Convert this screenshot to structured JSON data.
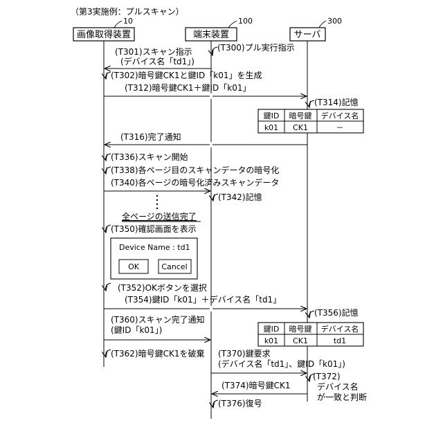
{
  "caption": "（第3実施例：プルスキャン）",
  "participants": [
    {
      "id": "10",
      "name": "画像取得装置"
    },
    {
      "id": "100",
      "name": "端末装置"
    },
    {
      "id": "300",
      "name": "サーバ"
    }
  ],
  "steps": {
    "t300": "(T300)プル実行指示",
    "t301a": "(T301)スキャン指示",
    "t301b": "(デバイス名「td1」)",
    "t302": "(T302)暗号鍵CK1と鍵ID「k01」を生成",
    "t312": "(T312)暗号鍵CK1＋鍵ID「k01」",
    "t314": "(T314)記憶",
    "t316": "(T316)完了通知",
    "t336": "(T336)スキャン開始",
    "t338": "(T338)各ページ目のスキャンデータの暗号化",
    "t340": "(T340)各ページの暗号化済みスキャンデータ",
    "t342": "(T342)記憶",
    "all_sent": "全ページの送信完了",
    "t350": "(T350)確認画面を表示",
    "t352": "(T352)OKボタンを選択",
    "t354": "(T354)鍵ID「k01」＋デバイス名「td1」",
    "t356": "(T356)記憶",
    "t360a": "(T360)スキャン完了通知",
    "t360b": "(鍵ID「k01」)",
    "t362": "(T362)暗号鍵CK1を破棄",
    "t370a": "(T370)鍵要求",
    "t370b": "(デバイス名「td1」、鍵ID「k01」)",
    "t372a": "(T372)",
    "t372b": "デバイス名",
    "t372c": "が一致と判断",
    "t374": "(T374)暗号鍵CK1",
    "t376": "(T376)復号"
  },
  "dialog": {
    "label": "Device Name : td1",
    "ok": "OK",
    "cancel": "Cancel"
  },
  "table_headers": [
    "鍵ID",
    "暗号鍵",
    "デバイス名"
  ],
  "table1_row": [
    "k01",
    "CK1",
    "－"
  ],
  "table2_row": [
    "k01",
    "CK1",
    "td1"
  ]
}
